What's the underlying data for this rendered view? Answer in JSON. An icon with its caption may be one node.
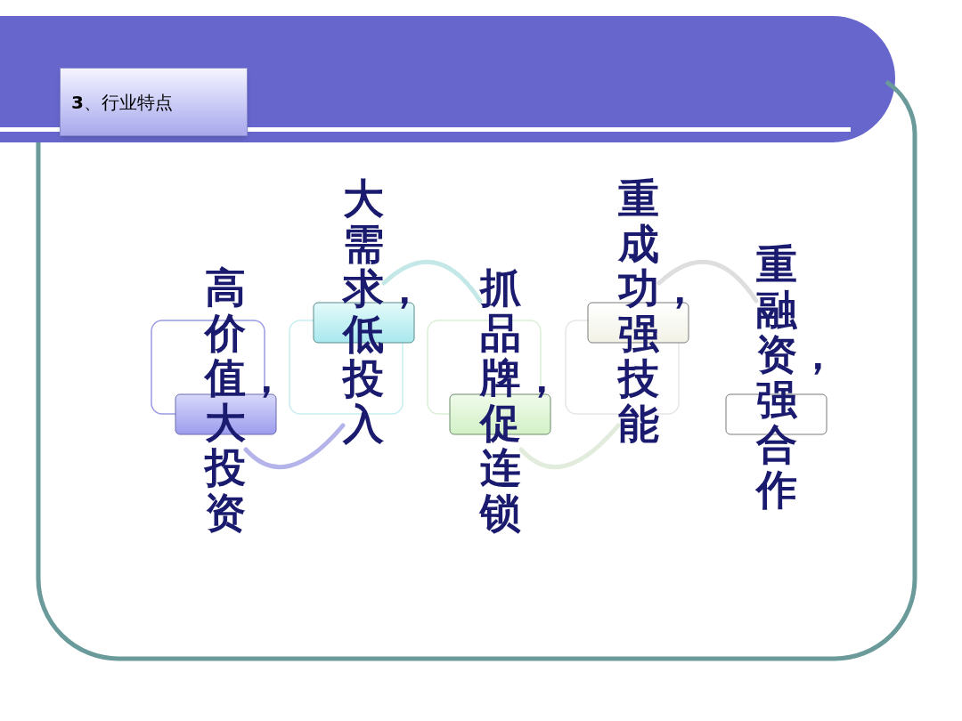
{
  "diagram": {
    "title": "**3**、行业特点",
    "nodes": [
      {
        "text": [
          "高价值，大投资"
        ]
      },
      {
        "text": [
          "大需求，低投入"
        ]
      },
      {
        "text": [
          "抓品牌，促连锁"
        ]
      },
      {
        "text": [
          "重成功，强技能"
        ]
      },
      {
        "text": [
          "重融资，强合作"
        ]
      }
    ],
    "edges": [
      {
        "from": 0,
        "to": 1,
        "arrow": "none",
        "color": "#b4b4ea"
      },
      {
        "from": 1,
        "to": 2,
        "arrow": "none",
        "color": "#c4e8e8"
      },
      {
        "from": 2,
        "to": 3,
        "arrow": "none",
        "color": "#e2ecdc"
      },
      {
        "from": 3,
        "to": 4,
        "arrow": "none",
        "color": "#dedede"
      }
    ]
  }
}
